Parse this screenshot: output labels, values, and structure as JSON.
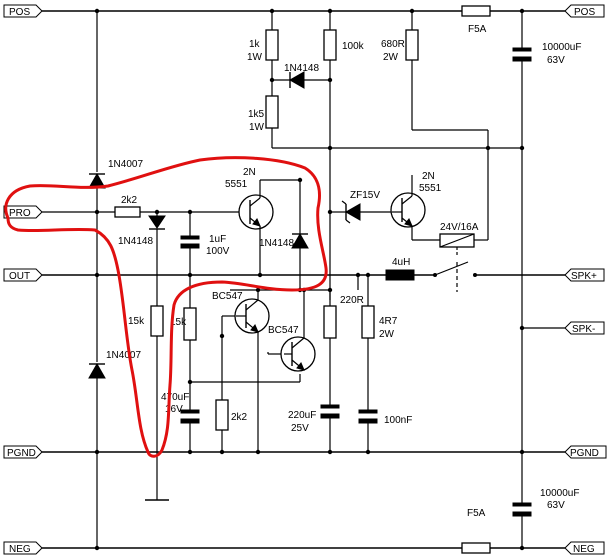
{
  "colors": {
    "wire": "#000000",
    "annotation": "#e01010",
    "background": "#ffffff"
  },
  "terminals": {
    "pos_left": "POS",
    "pos_right": "POS",
    "pro": "PRO",
    "out": "OUT",
    "pgnd_left": "PGND",
    "pgnd_right": "PGND",
    "neg_left": "NEG",
    "neg_right": "NEG",
    "spk_plus": "SPK+",
    "spk_minus": "SPK-"
  },
  "fuses": {
    "top": "F5A",
    "bottom": "F5A"
  },
  "capacitors": {
    "c_top_value": "10000uF",
    "c_top_voltage": "63V",
    "c_bottom_value": "10000uF",
    "c_bottom_voltage": "63V",
    "c1_value": "1uF",
    "c1_voltage": "100V",
    "c2_value": "470uF",
    "c2_voltage": "16V",
    "c3_value": "220uF",
    "c3_voltage": "25V",
    "c4_value": "100nF"
  },
  "resistors": {
    "r1k_value": "1k",
    "r1k_power": "1W",
    "r1k5_value": "1k5",
    "r1k5_power": "1W",
    "r100k": "100k",
    "r680_value": "680R",
    "r680_power": "2W",
    "r2k2_top": "2k2",
    "r15k_a": "15k",
    "r15k_b": "15k",
    "r2k2_bottom": "2k2",
    "r220": "220R",
    "r4r7_value": "4R7",
    "r4r7_power": "2W"
  },
  "diodes": {
    "d_top": "1N4148",
    "d_pro": "1N4007",
    "d_left": "1N4148",
    "d_mid": "1N4148",
    "d_neg": "1N4007",
    "zener": "ZF15V"
  },
  "transistors": {
    "q1_line1": "2N",
    "q1_line2": "5551",
    "q2_line1": "2N",
    "q2_line2": "5551",
    "q3": "BC547",
    "q4": "BC547"
  },
  "relay": "24V/16A",
  "inductor": "4uH"
}
